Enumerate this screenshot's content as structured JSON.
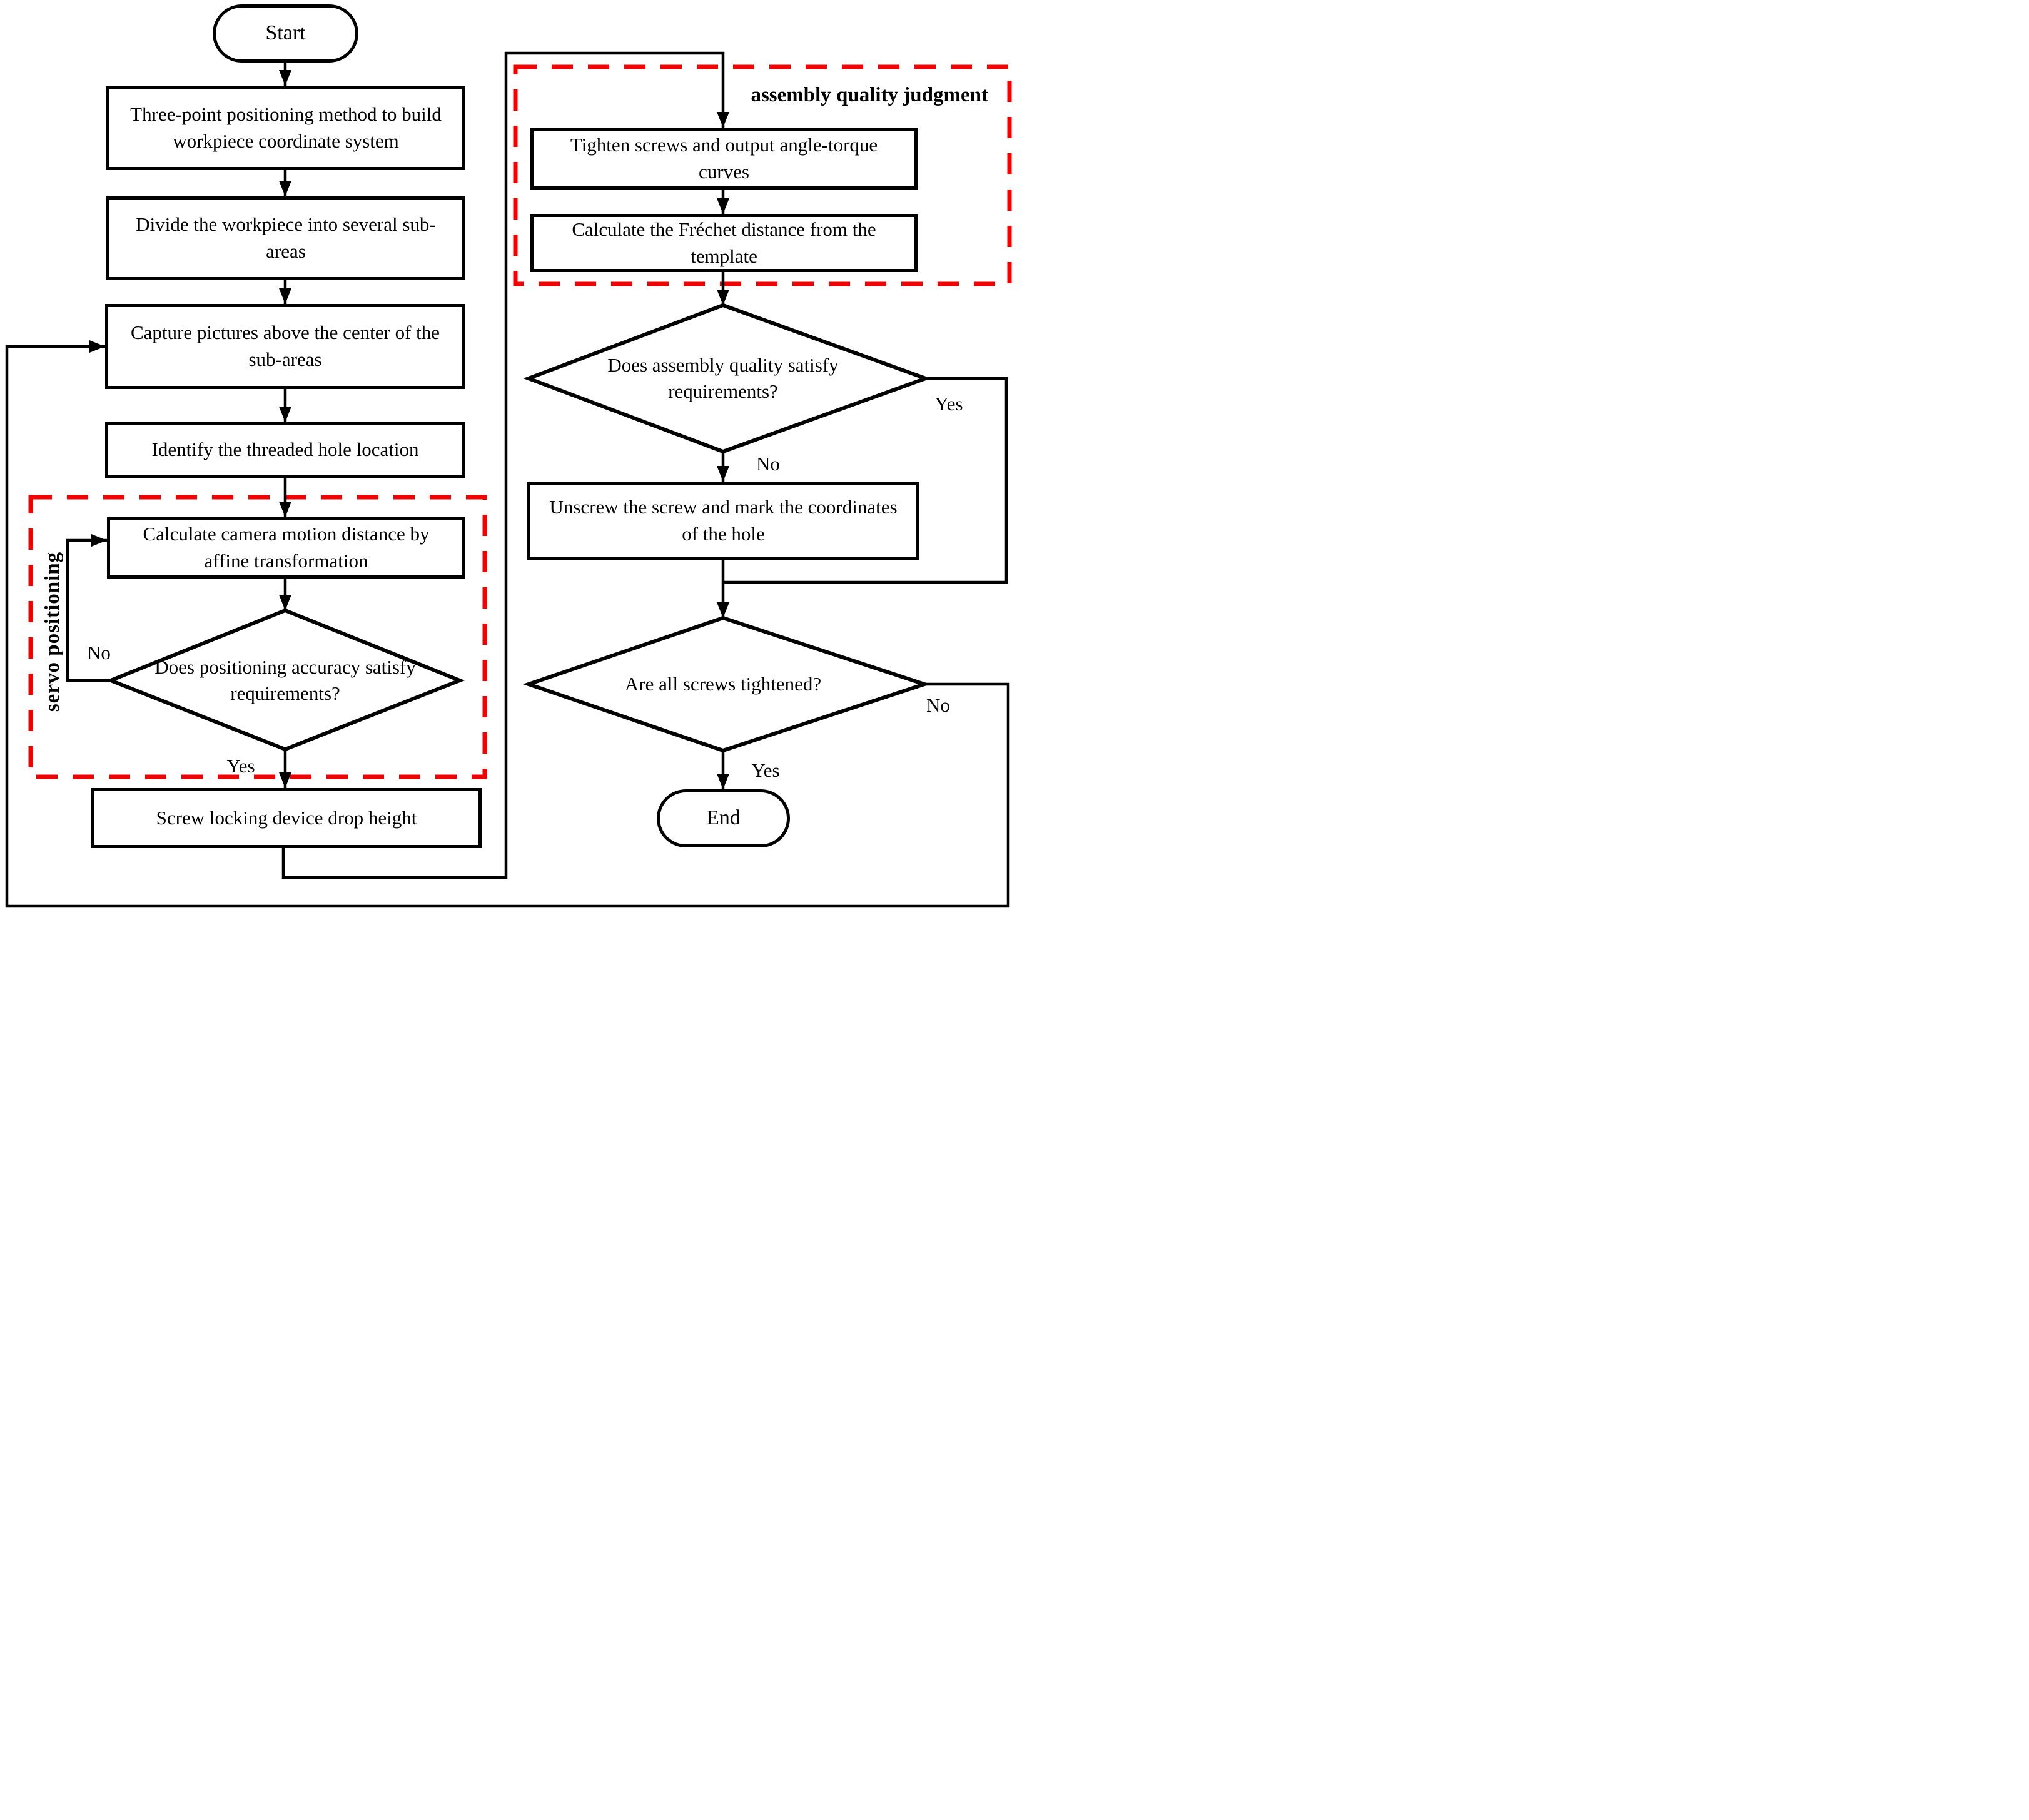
{
  "diagram": {
    "colors": {
      "stroke": "#000000",
      "group_dash": "#f40000",
      "background": "#ffffff"
    },
    "nodes": {
      "start": "Start",
      "build_coords": "Three-point positioning method to build workpiece coordinate system",
      "divide": "Divide the workpiece into several sub-areas",
      "capture": "Capture pictures above the center of the sub-areas",
      "identify": "Identify the threaded hole location",
      "calc_motion": "Calculate camera motion distance by affine transformation",
      "positioning_decision": "Does positioning accuracy satisfy requirements?",
      "drop_height": "Screw locking device drop height",
      "tighten": "Tighten screws and output angle-torque curves",
      "frechet": "Calculate the Fréchet distance from the template",
      "quality_decision": "Does assembly quality satisfy requirements?",
      "unscrew": "Unscrew the screw and mark the coordinates of the hole",
      "tightened_decision": "Are all screws tightened?",
      "end": "End"
    },
    "groups": {
      "servo": "servo positioning",
      "quality": "assembly quality judgment"
    },
    "edge_labels": {
      "positioning_no": "No",
      "positioning_yes": "Yes",
      "quality_yes": "Yes",
      "quality_no": "No",
      "tightened_no": "No",
      "tightened_yes": "Yes"
    }
  }
}
